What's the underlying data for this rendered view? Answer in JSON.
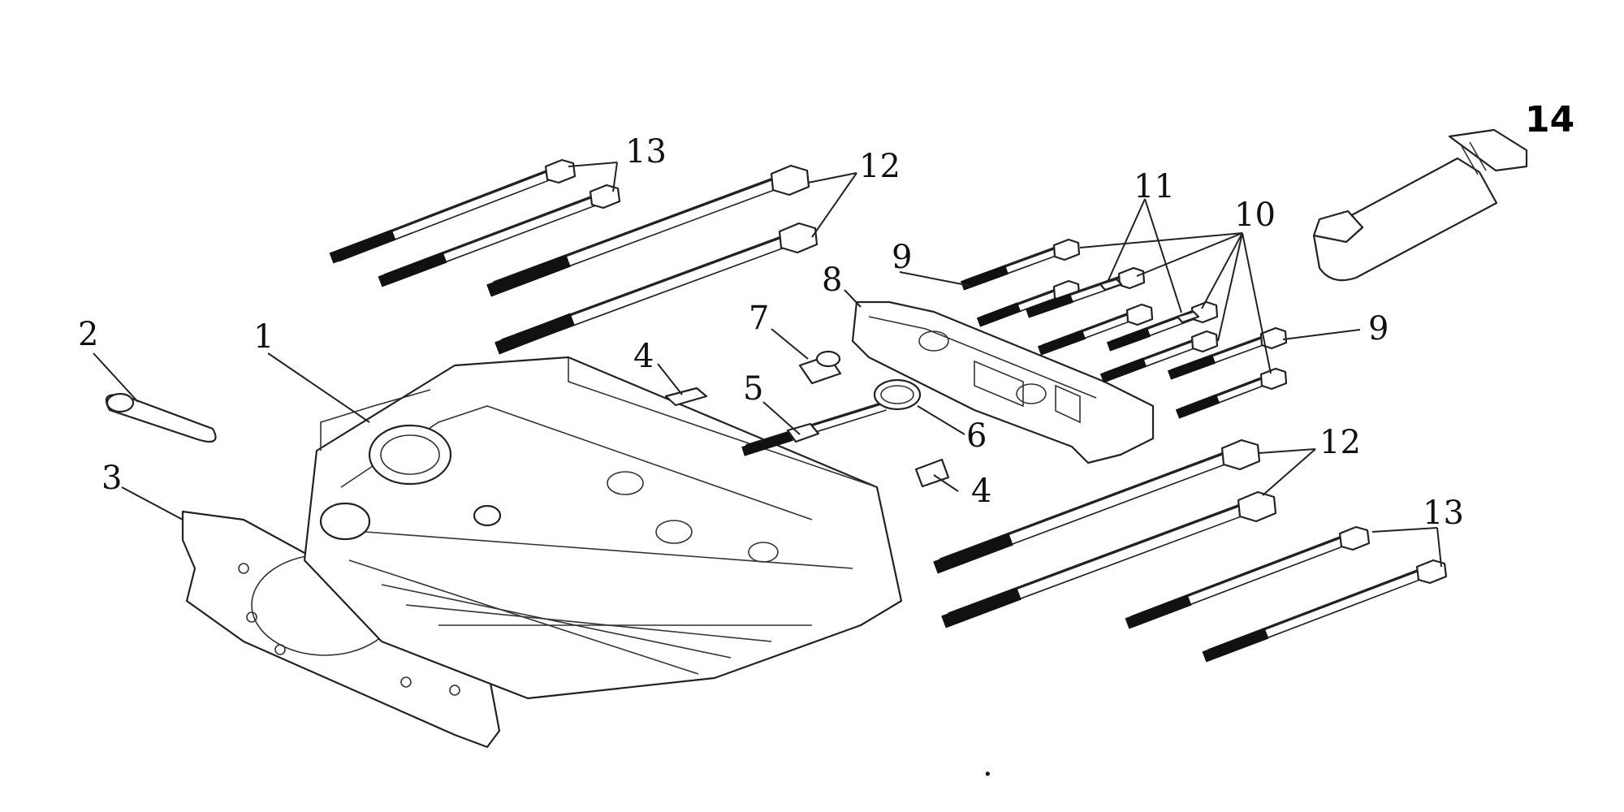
{
  "diagram": {
    "labels": {
      "p1": "1",
      "p2": "2",
      "p3": "3",
      "p4a": "4",
      "p4b": "4",
      "p5": "5",
      "p6": "6",
      "p7": "7",
      "p8": "8",
      "p9a": "9",
      "p9b": "9",
      "p10": "10",
      "p11": "11",
      "p12a": "12",
      "p12b": "12",
      "p13a": "13",
      "p13b": "13",
      "p14": "14"
    },
    "footer_mark": "."
  }
}
